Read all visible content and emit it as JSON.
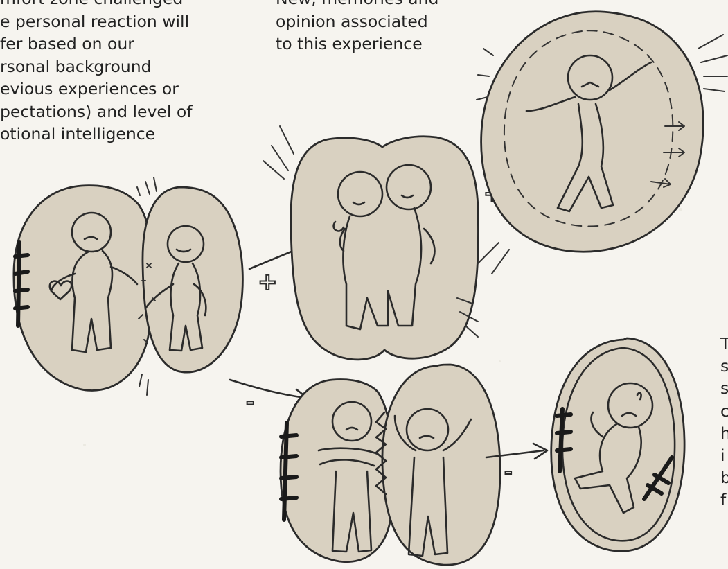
{
  "text_blocks": {
    "left": {
      "lines": [
        "mfort zone challenged",
        "e personal reaction will",
        "fer based on our",
        "rsonal background",
        "evious experiences or",
        "pectations) and level of",
        "otional intelligence"
      ]
    },
    "middle": {
      "lines": [
        "New, memories and",
        "opinion associated",
        "to this experience"
      ]
    },
    "right": {
      "lines": [
        "T",
        "s",
        "s",
        "c",
        "h",
        "i",
        "b",
        "f"
      ]
    }
  },
  "symbols": {
    "plus_left": "+",
    "plus_right": "+",
    "minus_bottom_left": "-",
    "minus_bottom_right": "-"
  },
  "colors": {
    "paper": "#f6f4ef",
    "bubble_fill": "#d9d1c1",
    "ink": "#2b2b2b"
  }
}
